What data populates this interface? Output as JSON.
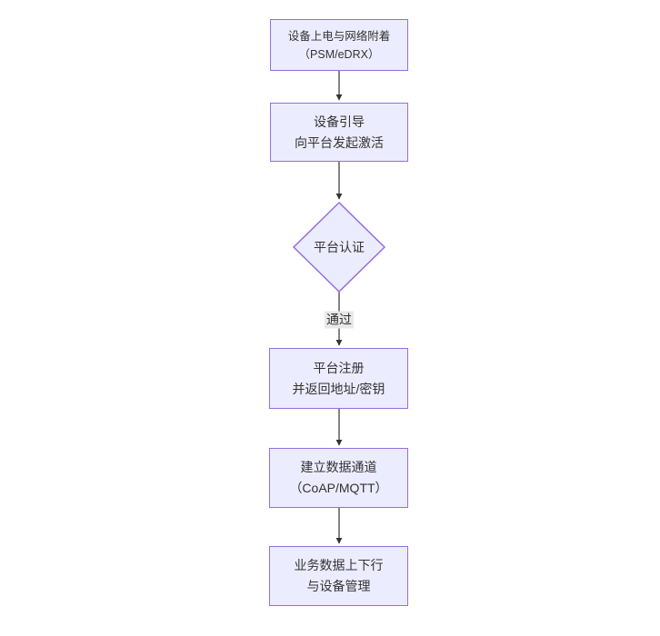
{
  "diagram": {
    "type": "flowchart",
    "direction": "top-to-bottom",
    "nodes": [
      {
        "id": "power-on",
        "shape": "rect",
        "lines": [
          "设备上电与网络附着",
          "（PSM/eDRX）"
        ]
      },
      {
        "id": "bootstrap",
        "shape": "rect",
        "lines": [
          "设备引导",
          "向平台发起激活"
        ]
      },
      {
        "id": "platform-auth",
        "shape": "diamond",
        "lines": [
          "平台认证"
        ]
      },
      {
        "id": "platform-register",
        "shape": "rect",
        "lines": [
          "平台注册",
          "并返回地址/密钥"
        ]
      },
      {
        "id": "data-channel",
        "shape": "rect",
        "lines": [
          "建立数据通道",
          "（CoAP/MQTT）"
        ]
      },
      {
        "id": "business-data",
        "shape": "rect",
        "lines": [
          "业务数据上下行",
          "与设备管理"
        ]
      }
    ],
    "edges": [
      {
        "from": "power-on",
        "to": "bootstrap",
        "label": ""
      },
      {
        "from": "bootstrap",
        "to": "platform-auth",
        "label": ""
      },
      {
        "from": "platform-auth",
        "to": "platform-register",
        "label": "通过"
      },
      {
        "from": "platform-register",
        "to": "data-channel",
        "label": ""
      },
      {
        "from": "data-channel",
        "to": "business-data",
        "label": ""
      }
    ],
    "colors": {
      "node_fill": "#ECECFF",
      "node_border": "#9370DB",
      "text": "#333333",
      "edge_line": "#333333",
      "edge_label_bg": "#e8e8e8",
      "background": "#ffffff"
    }
  }
}
